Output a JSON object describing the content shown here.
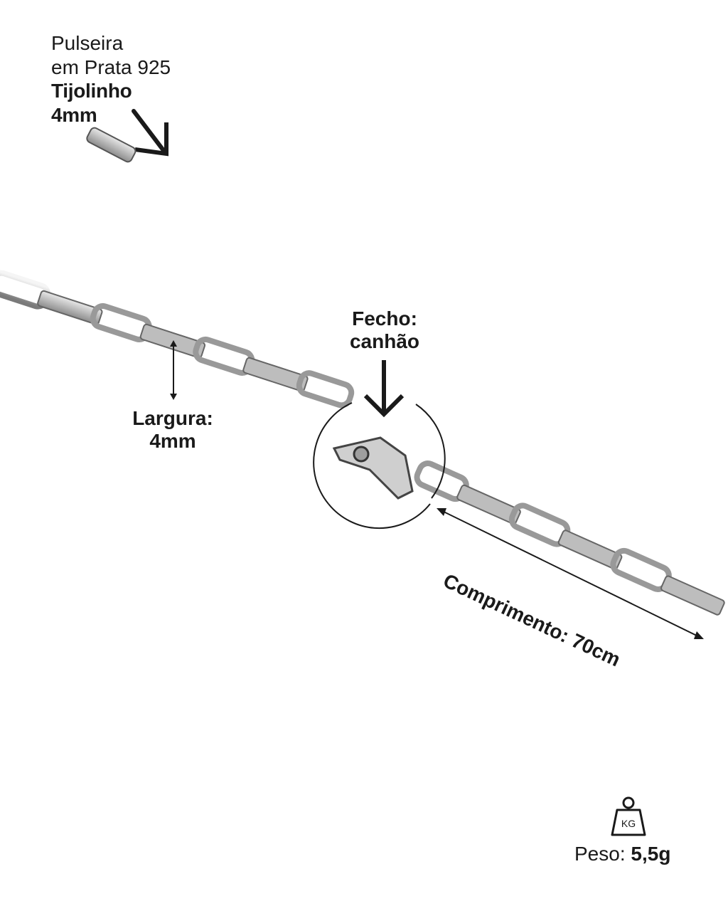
{
  "title": {
    "line1": "Pulseira",
    "line2": "em Prata 925",
    "line3": "Tijolinho",
    "line4": "4mm"
  },
  "annotations": {
    "clasp_line1": "Fecho:",
    "clasp_line2": "canhão",
    "width_line1": "Largura:",
    "width_line2": "4mm",
    "length": "Comprimento: 70cm"
  },
  "weight": {
    "icon_text": "KG",
    "label": "Peso:",
    "value": "5,5g"
  },
  "colors": {
    "text": "#1a1a1a",
    "chain": "#c9c9c9"
  }
}
